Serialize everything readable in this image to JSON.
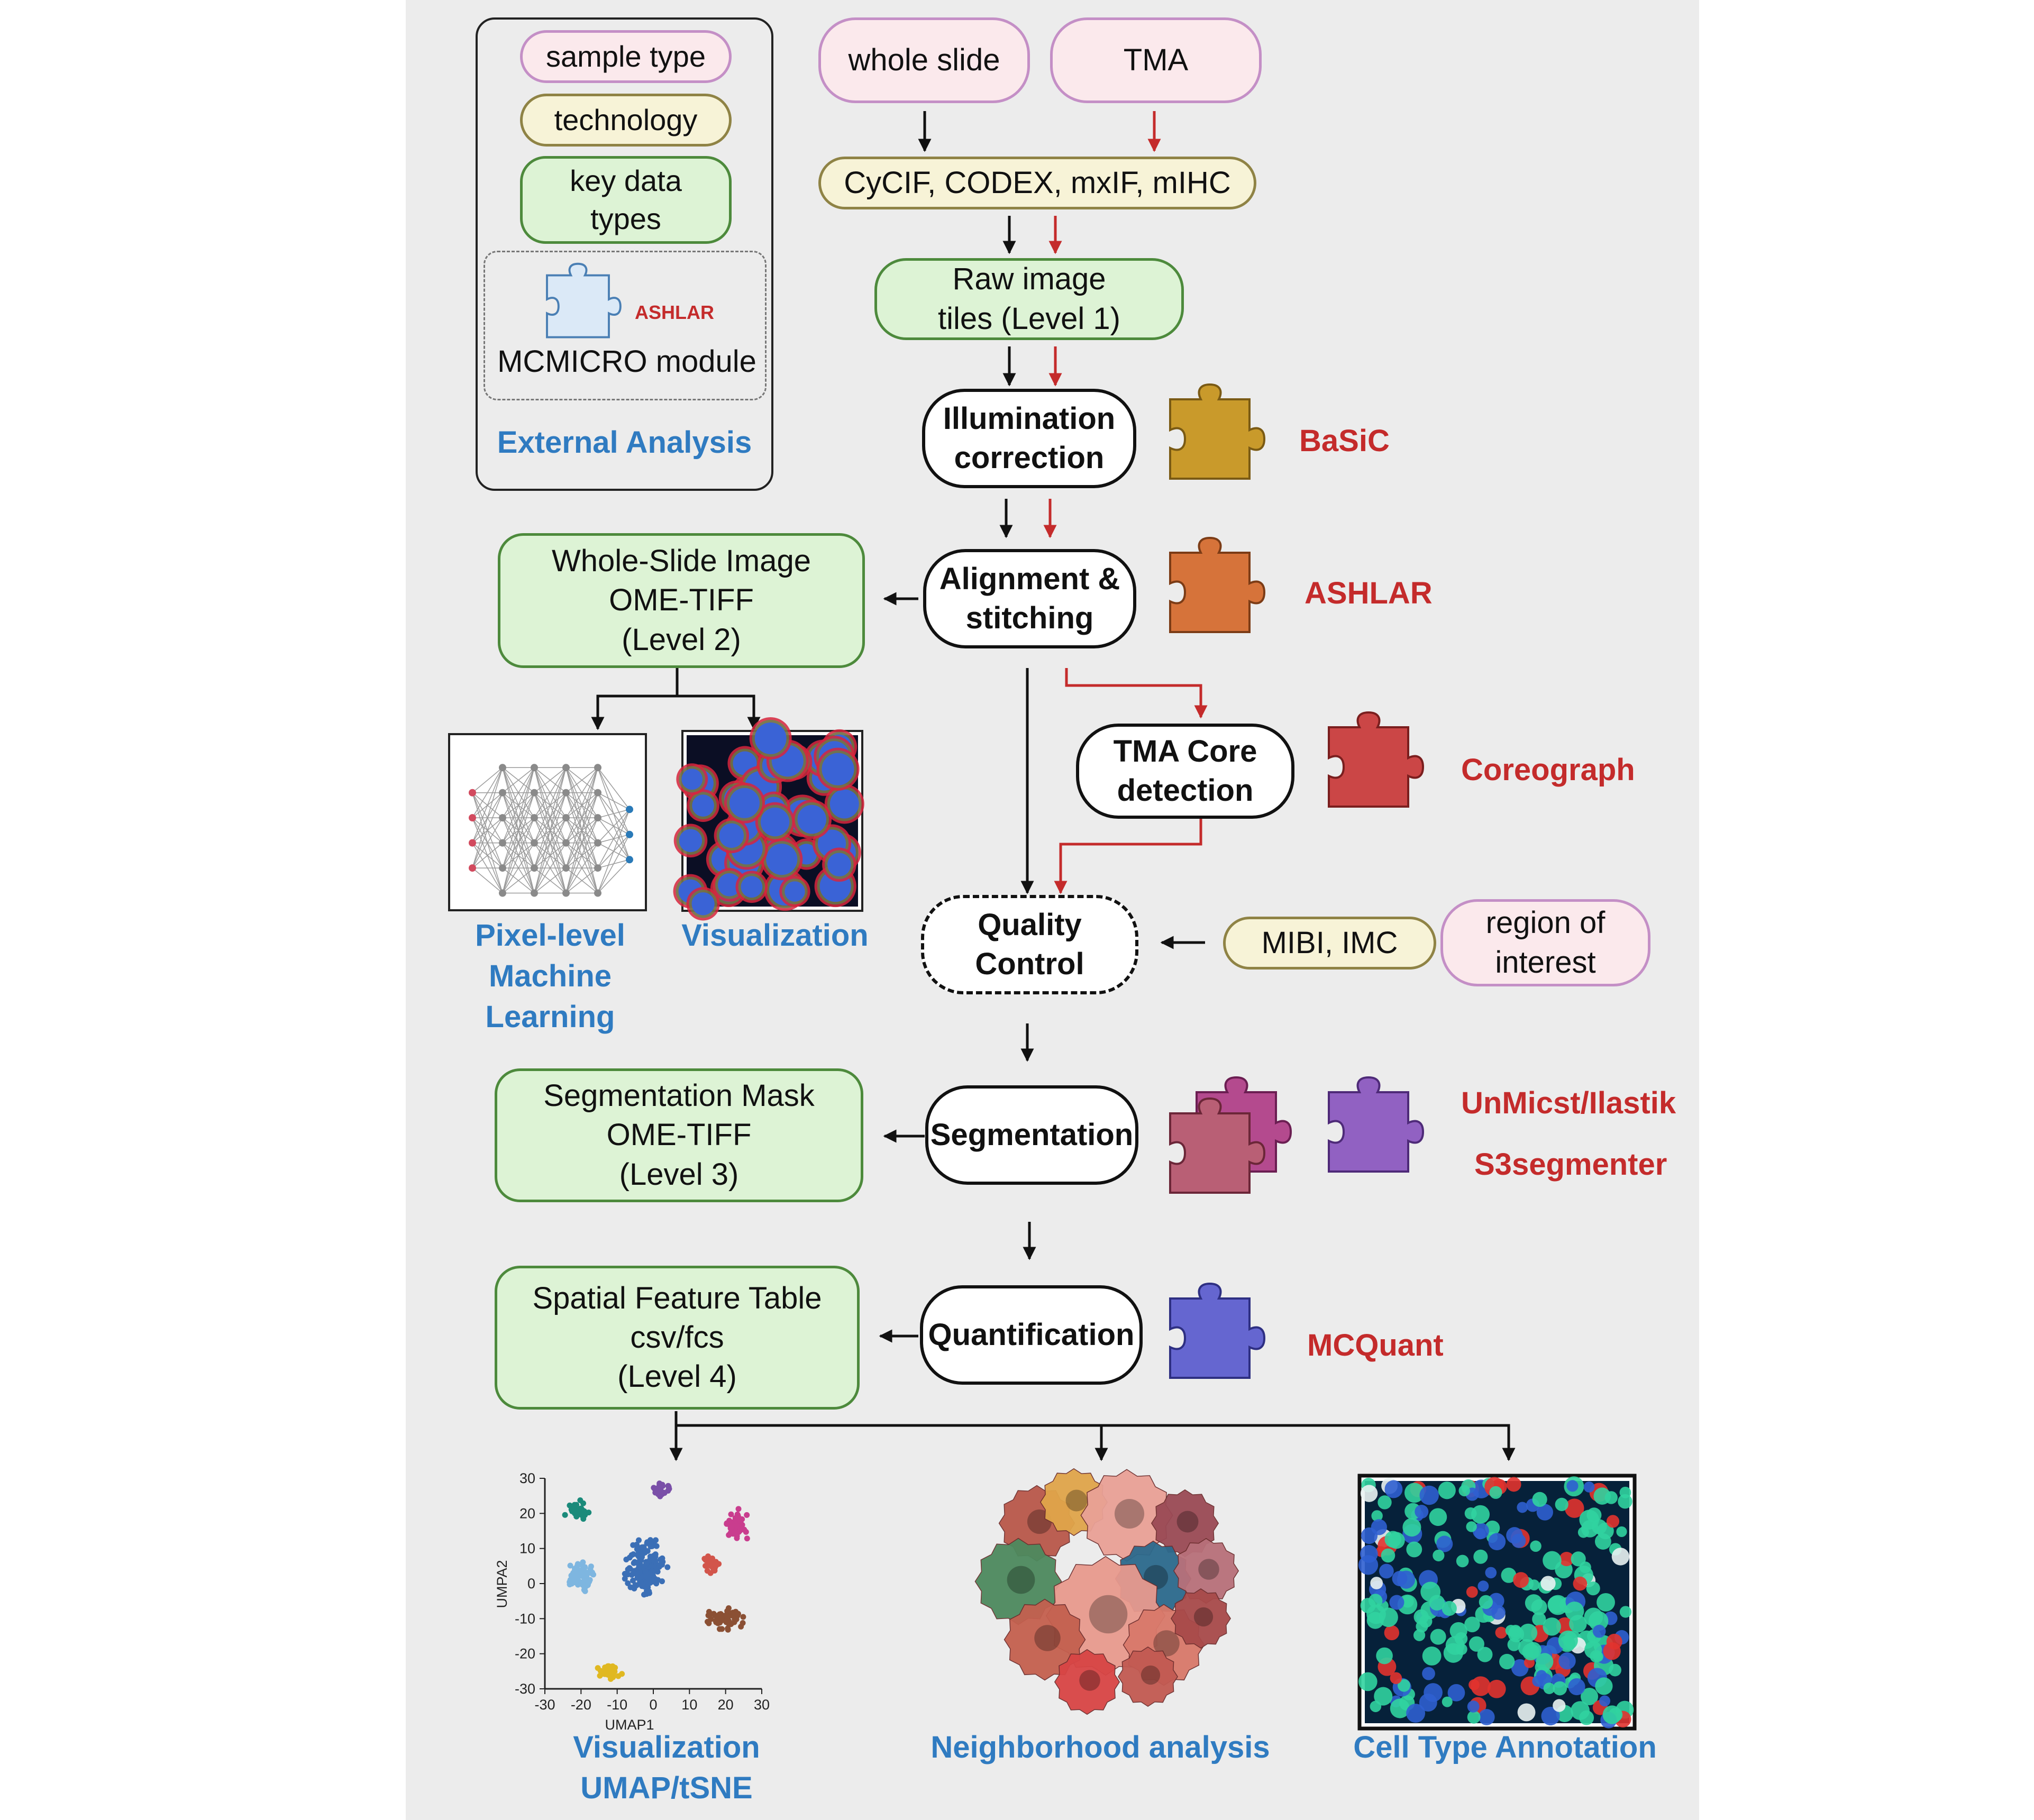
{
  "legend": {
    "sample_type": "sample type",
    "technology": "technology",
    "key_data_types": "key data types",
    "module_example": "ASHLAR",
    "module_label": "MCMICRO module",
    "external_analysis": "External Analysis"
  },
  "samples": {
    "whole_slide": "whole slide",
    "tma": "TMA",
    "roi": "region of interest"
  },
  "technologies": {
    "imaging": "CyCIF, CODEX, mxIF, mIHC",
    "mibi": "MIBI, IMC"
  },
  "data_types": {
    "level1": "Raw image tiles (Level 1)",
    "level2_line1": "Whole-Slide Image",
    "level2_line2": "OME-TIFF",
    "level2_line3": "(Level 2)",
    "level3_line1": "Segmentation Mask",
    "level3_line2": "OME-TIFF",
    "level3_line3": "(Level 3)",
    "level4_line1": "Spatial Feature Table",
    "level4_line2": "csv/fcs",
    "level4_line3": "(Level 4)"
  },
  "steps": {
    "illumination": "Illumination correction",
    "alignment": "Alignment & stitching",
    "tma_core": "TMA Core detection",
    "quality": "Quality Control",
    "segmentation": "Segmentation",
    "quantification": "Quantification"
  },
  "modules": {
    "basic": "BaSiC",
    "ashlar": "ASHLAR",
    "coreograph": "Coreograph",
    "unmicst": "UnMicst/Ilastik",
    "s3segmenter": "S3segmenter",
    "mcquant": "MCQuant"
  },
  "module_colors": {
    "basic": "#c99a2b",
    "ashlar": "#d6733a",
    "coreograph": "#cb4646",
    "unmicst_a": "#b44a8e",
    "unmicst_b": "#b95f75",
    "s3segmenter": "#9161c2",
    "mcquant": "#6566d0"
  },
  "external": {
    "pixel_ml_line1": "Pixel-level",
    "pixel_ml_line2": "Machine Learning",
    "visualization": "Visualization",
    "umap_line1": "Visualization",
    "umap_line2": "UMAP/tSNE",
    "neighborhood": "Neighborhood analysis",
    "cell_type": "Cell Type Annotation"
  },
  "chart_data": {
    "type": "scatter",
    "xlabel": "UMAP1",
    "ylabel": "UMPA2",
    "xticks": [
      "-30",
      "-20",
      "-10",
      "0",
      "10",
      "20",
      "30"
    ],
    "yticks": [
      "30",
      "20",
      "10",
      "0",
      "-10",
      "-20",
      "-30"
    ],
    "xlim": [
      -30,
      30
    ],
    "ylim": [
      -30,
      30
    ],
    "clusters": [
      {
        "color": "#3b6fb6",
        "center": [
          -2,
          4
        ],
        "spread": [
          7,
          11
        ],
        "n": 170
      },
      {
        "color": "#7eb6e0",
        "center": [
          -20,
          2
        ],
        "spread": [
          5,
          6
        ],
        "n": 70
      },
      {
        "color": "#1a8a7a",
        "center": [
          -21,
          21
        ],
        "spread": [
          4,
          3
        ],
        "n": 40
      },
      {
        "color": "#7a4fa8",
        "center": [
          2,
          27
        ],
        "spread": [
          3,
          2.5
        ],
        "n": 25
      },
      {
        "color": "#c93d8e",
        "center": [
          23,
          17
        ],
        "spread": [
          4,
          5
        ],
        "n": 55
      },
      {
        "color": "#d2554b",
        "center": [
          16,
          5
        ],
        "spread": [
          3,
          4
        ],
        "n": 30
      },
      {
        "color": "#8b5034",
        "center": [
          20,
          -10
        ],
        "spread": [
          7,
          4
        ],
        "n": 60
      },
      {
        "color": "#e0b821",
        "center": [
          -12,
          -25
        ],
        "spread": [
          4,
          3
        ],
        "n": 40
      }
    ]
  }
}
